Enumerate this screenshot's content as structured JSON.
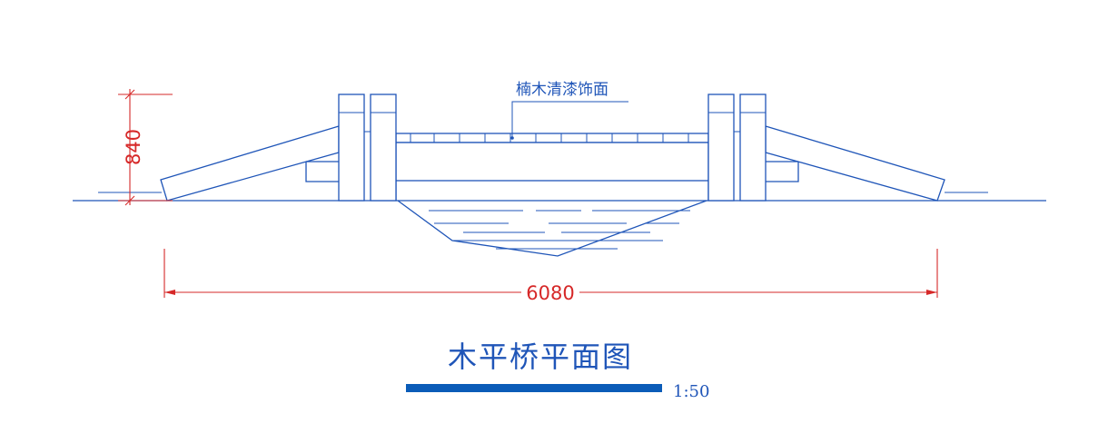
{
  "drawing": {
    "title": "木平桥平面图",
    "scale": "1:50",
    "annotation": "楠木清漆饰面",
    "dimension_width": "6080",
    "dimension_height": "840"
  },
  "colors": {
    "linework": "#1f55b8",
    "dimensions": "#d62828",
    "title_bar": "#0b5cb8",
    "background": "#ffffff"
  }
}
